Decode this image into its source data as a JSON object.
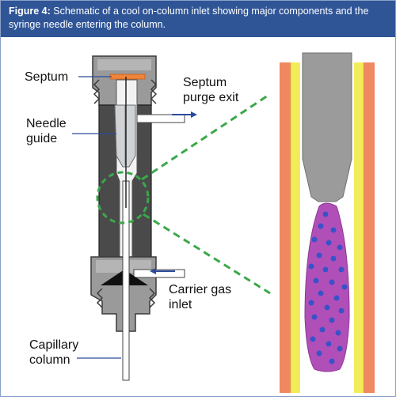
{
  "caption": {
    "label": "Figure 4:",
    "text": " Schematic of a cool on-column inlet showing major components and the syringe needle entering the column."
  },
  "labels": {
    "septum": "Septum",
    "septum_purge_exit_line1": "Septum",
    "septum_purge_exit_line2": "purge exit",
    "needle_guide_line1": "Needle",
    "needle_guide_line2": "guide",
    "carrier_gas_line1": "Carrier gas",
    "carrier_gas_line2": "inlet",
    "capillary_line1": "Capillary",
    "capillary_line2": "column"
  },
  "colors": {
    "caption_bg": "#2f5597",
    "inlet_body": "#4a4a4a",
    "nut_gray": "#8c8c8c",
    "septum_orange": "#f0853a",
    "flow_arrow": "#2b4a9a",
    "zoom_dash": "#3aa84a",
    "column_wall": "#f08860",
    "column_coating": "#f3ec5a",
    "needle_gray": "#9b9b9b",
    "sample_plug": "#b14fb8",
    "droplet": "#3a52c8"
  }
}
